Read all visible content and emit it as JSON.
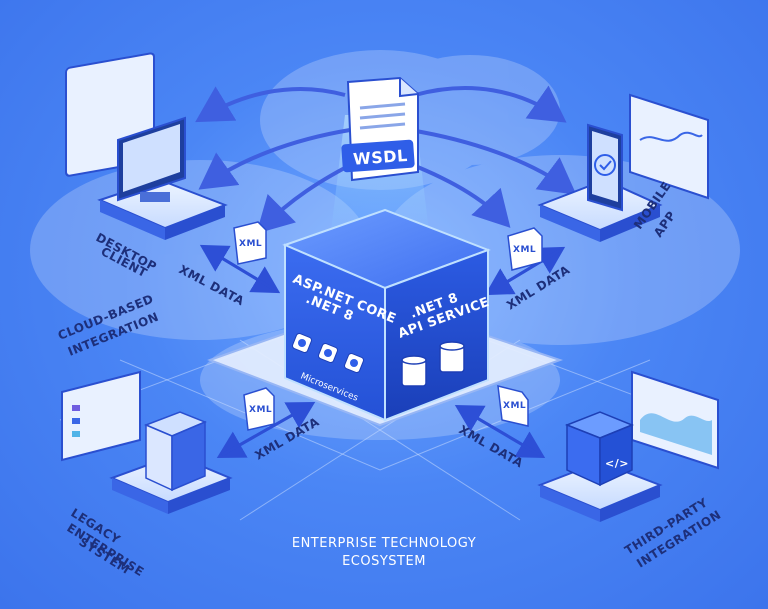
{
  "wsdl": {
    "label": "WSDL"
  },
  "core": {
    "left_line1": "ASP.NET CORE",
    "left_line2": ".NET 8",
    "left_caption": "Microservices",
    "right_line1": ".NET 8",
    "right_line2": "API SERVICE"
  },
  "nodes": {
    "desktop": {
      "line1": "DESKTOP",
      "line2": "CLIENT"
    },
    "mobile": {
      "line1": "MOBILE",
      "line2": "APP"
    },
    "cloud": {
      "line1": "CLOUD-BASED",
      "line2": "INTEGRATION"
    },
    "legacy": {
      "line1": "LEGACY",
      "line2": "ENTERPRISE",
      "line3": "SYSTEM"
    },
    "thirdparty": {
      "line1": "THIRD-PARTY",
      "line2": "INTEGRATION"
    }
  },
  "xml_labels": {
    "top_left": "XML DATA",
    "top_right": "XML DATA",
    "bottom_left": "XML DATA",
    "bottom_right": "XML DATA"
  },
  "doc_icons": {
    "top_left": "XML",
    "top_right": "XML",
    "bottom_left": "XML",
    "bottom_right": "XML"
  },
  "footer": {
    "line1": "ENTERPRISE TECHNOLOGY",
    "line2": "ECOSYSTEM"
  },
  "colors": {
    "accent": "#2f5ee8",
    "cube_top": "#4a7df5",
    "cube_left": "#2a5fe0",
    "cube_right": "#1f4cc9",
    "glow": "#9fd4ff"
  }
}
